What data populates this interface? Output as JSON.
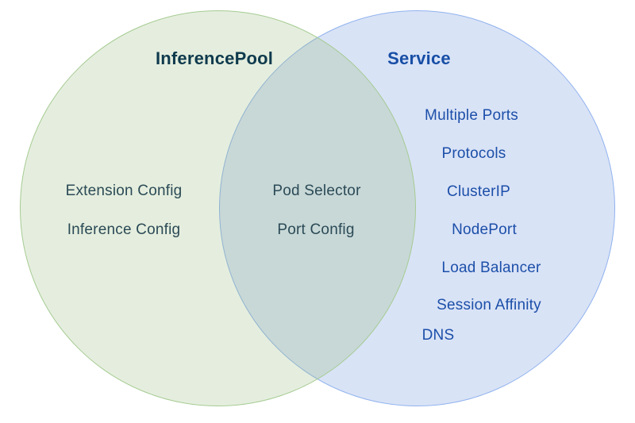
{
  "figure": {
    "type": "venn-diagram",
    "background_color": "#ffffff"
  },
  "left_circle": {
    "title": "InferencePool",
    "items": [
      "Extension Config",
      "Inference Config"
    ],
    "fill_color": "#e6efdf",
    "border_color": "#a5cb92",
    "title_color": "#0f3a4d",
    "item_color": "#2b4a56"
  },
  "intersection": {
    "items": [
      "Pod Selector",
      "Port Config"
    ],
    "fill_color": "#d5e5dc",
    "item_color": "#2b4a56"
  },
  "right_circle": {
    "title": "Service",
    "items": [
      "Multiple Ports",
      "Protocols",
      "ClusterIP",
      "NodePort",
      "Load Balancer",
      "Session Affinity",
      "DNS"
    ],
    "fill_color": "#d8e2f6",
    "border_color": "#90b2ee",
    "title_color": "#174ea6",
    "item_color": "#1c4fa9"
  }
}
